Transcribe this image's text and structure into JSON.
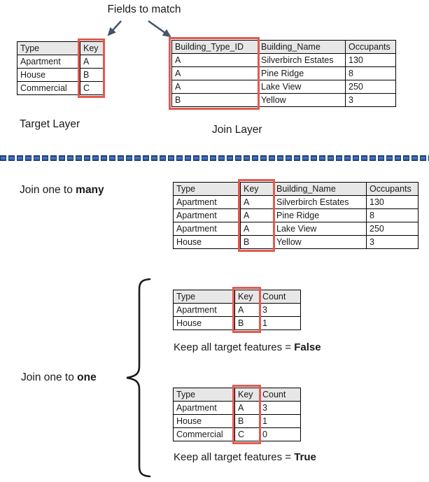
{
  "colors": {
    "red": "#e25a50",
    "header_bg": "#e8e7e7",
    "arrow": "#44546a",
    "dash_fill": "#4472c4",
    "dash_border": "#17375e"
  },
  "icons": {
    "left_arrow": "down-left-arrow",
    "right_arrow": "down-right-arrow",
    "separator": "dashed-horizontal-line",
    "brace": "left-curly-brace"
  },
  "labels": {
    "fields_to_match": "Fields to match",
    "target_layer": "Target Layer",
    "join_layer": "Join Layer",
    "join_many_prefix": "Join one to ",
    "join_many_bold": "many",
    "join_one_prefix": "Join one to ",
    "join_one_bold": "one",
    "keep_false_prefix": "Keep all target features = ",
    "keep_false_bold": "False",
    "keep_true_prefix": "Keep all target features = ",
    "keep_true_bold": "True"
  },
  "tables": {
    "target": {
      "headers": [
        "Type",
        "Key"
      ],
      "rows": [
        [
          "Apartment",
          "A"
        ],
        [
          "House",
          "B"
        ],
        [
          "Commercial",
          "C"
        ]
      ],
      "key_col": 1
    },
    "join": {
      "headers": [
        "Building_Type_ID",
        "Building_Name",
        "Occupants"
      ],
      "rows": [
        [
          "A",
          "Silverbirch Estates",
          "130"
        ],
        [
          "A",
          "Pine Ridge",
          "8"
        ],
        [
          "A",
          "Lake View",
          "250"
        ],
        [
          "B",
          "Yellow",
          "3"
        ]
      ],
      "key_col": 0
    },
    "one_to_many": {
      "headers": [
        "Type",
        "Key",
        "Building_Name",
        "Occupants"
      ],
      "rows": [
        [
          "Apartment",
          "A",
          "Silverbirch Estates",
          "130"
        ],
        [
          "Apartment",
          "A",
          "Pine Ridge",
          "8"
        ],
        [
          "Apartment",
          "A",
          "Lake View",
          "250"
        ],
        [
          "House",
          "B",
          "Yellow",
          "3"
        ]
      ],
      "key_col": 1
    },
    "one_to_one_false": {
      "headers": [
        "Type",
        "Key",
        "Count"
      ],
      "rows": [
        [
          "Apartment",
          "A",
          "3"
        ],
        [
          "House",
          "B",
          "1"
        ]
      ],
      "key_col": 1
    },
    "one_to_one_true": {
      "headers": [
        "Type",
        "Key",
        "Count"
      ],
      "rows": [
        [
          "Apartment",
          "A",
          "3"
        ],
        [
          "House",
          "B",
          "1"
        ],
        [
          "Commercial",
          "C",
          "0"
        ]
      ],
      "key_col": 1
    }
  }
}
